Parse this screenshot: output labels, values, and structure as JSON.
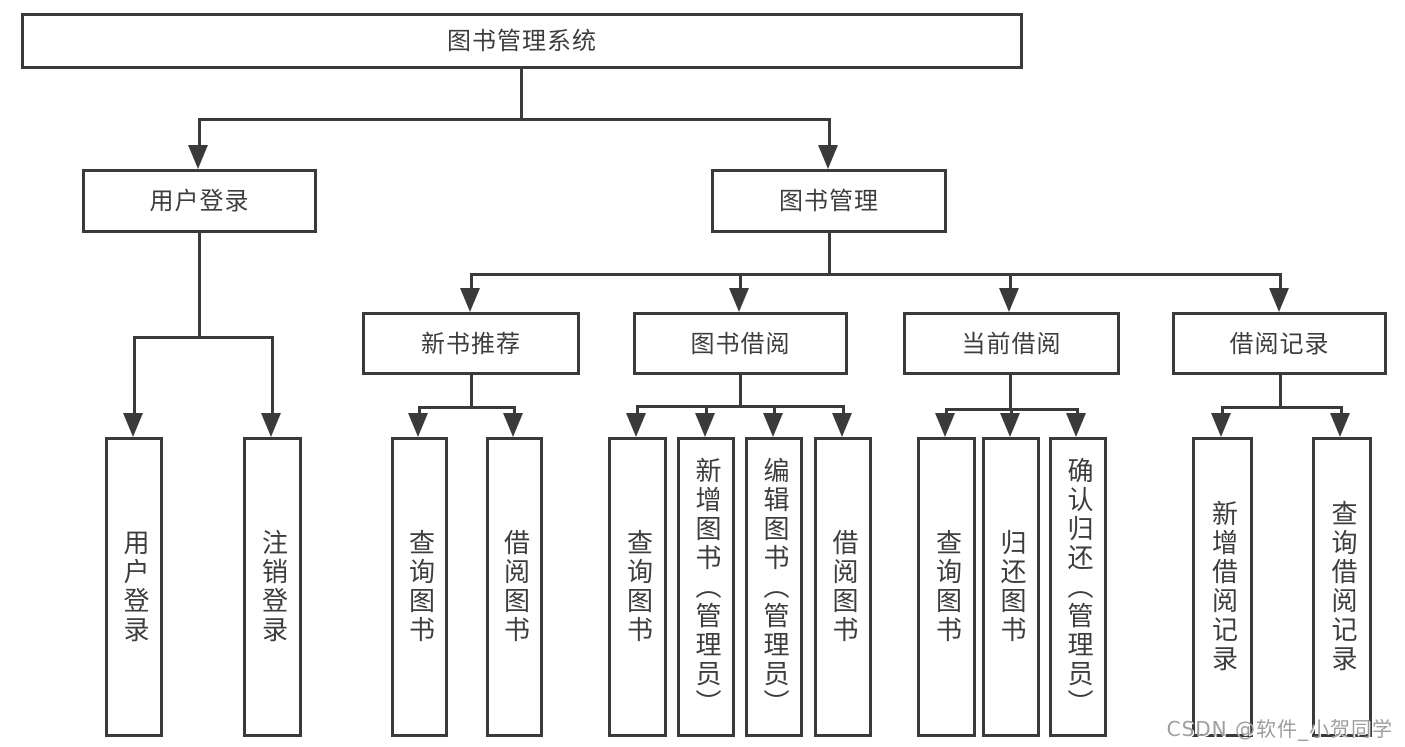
{
  "diagram": {
    "root": {
      "label": "图书管理系统"
    },
    "branches": [
      {
        "label": "用户登录",
        "children": [
          "用户登录",
          "注销登录"
        ]
      },
      {
        "label": "图书管理",
        "children": [
          {
            "label": "新书推荐",
            "children": [
              "查询图书",
              "借阅图书"
            ]
          },
          {
            "label": "图书借阅",
            "children": [
              "查询图书",
              "新增图书（管理员）",
              "编辑图书（管理员）",
              "借阅图书"
            ]
          },
          {
            "label": "当前借阅",
            "children": [
              "查询图书",
              "归还图书",
              "确认归还（管理员）"
            ]
          },
          {
            "label": "借阅记录",
            "children": [
              "新增借阅记录",
              "查询借阅记录"
            ]
          }
        ]
      }
    ]
  },
  "watermark": {
    "text": "CSDN @软件_小贺同学"
  },
  "colors": {
    "line": "#3a3a3a",
    "text": "#3d3d3d",
    "watermark": "#9e9e9e",
    "background": "#ffffff"
  }
}
